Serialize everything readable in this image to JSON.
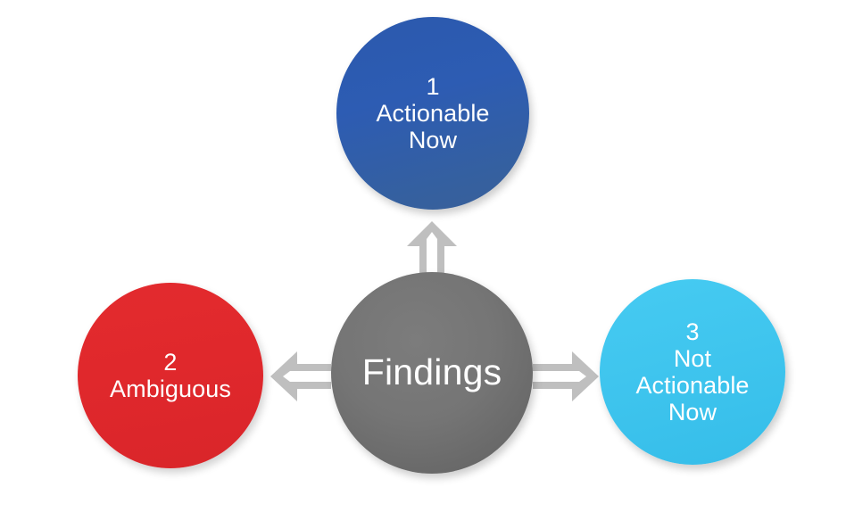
{
  "diagram": {
    "title": "Findings triage radial diagram",
    "hub": {
      "label": "Findings",
      "color": "#727272"
    },
    "nodes": [
      {
        "number": "1",
        "name": "Actionable Now",
        "label": "1\nActionable\nNow",
        "color": "#2d5cb3",
        "direction": "up"
      },
      {
        "number": "2",
        "name": "Ambiguous",
        "label": "2\nAmbiguous",
        "color": "#e0282c",
        "direction": "left"
      },
      {
        "number": "3",
        "name": "Not Actionable Now",
        "label": "3\nNot\nActionable\nNow",
        "color": "#3fc5ee",
        "direction": "right"
      }
    ],
    "arrows": [
      {
        "name": "arrow-up",
        "from": "Findings",
        "to": "Actionable Now",
        "color": "#bfbfbf"
      },
      {
        "name": "arrow-left",
        "from": "Findings",
        "to": "Ambiguous",
        "color": "#bfbfbf"
      },
      {
        "name": "arrow-right",
        "from": "Findings",
        "to": "Not Actionable Now",
        "color": "#bfbfbf"
      }
    ],
    "background": "#ffffff"
  }
}
